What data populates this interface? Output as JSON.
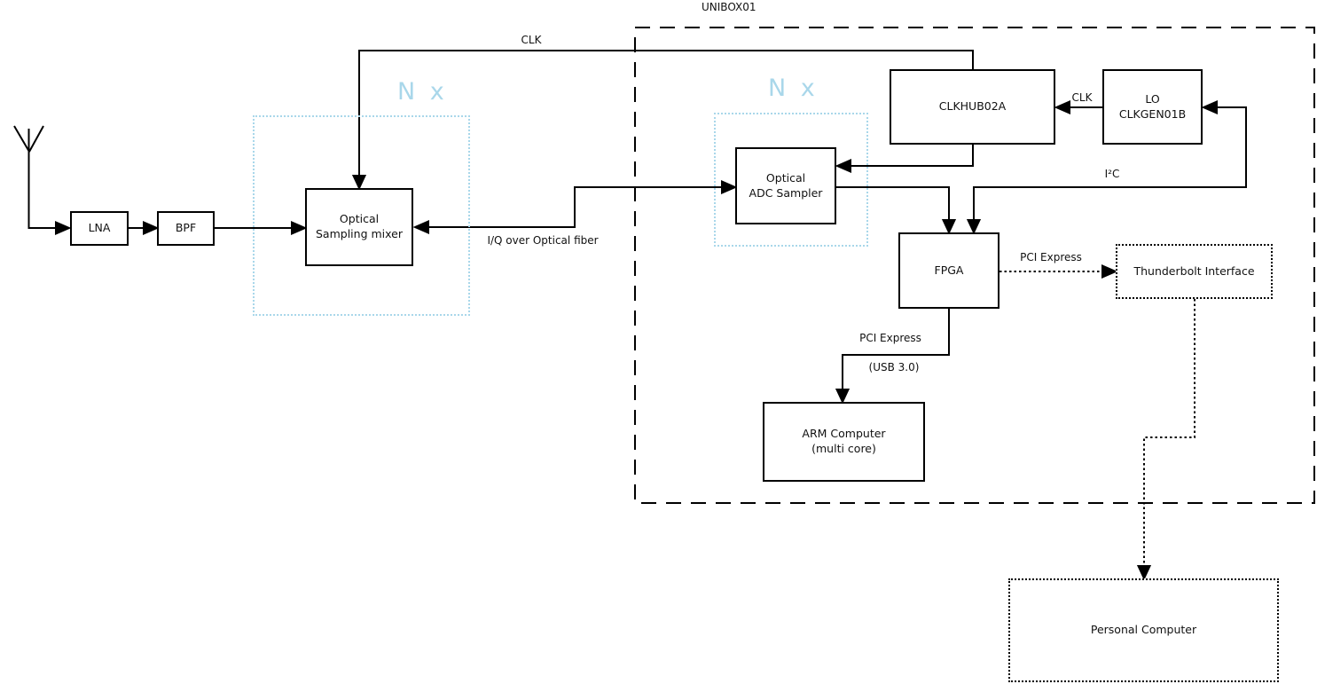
{
  "diagram": {
    "group_labels": {
      "unibox": "UNIBOX01",
      "nx_sampler": "N x",
      "nx_adc": "N x"
    },
    "nodes": {
      "lna": {
        "label": "LNA"
      },
      "bpf": {
        "label": "BPF"
      },
      "mixer": {
        "line1": "Optical",
        "line2": "Sampling mixer"
      },
      "adc": {
        "line1": "Optical",
        "line2": "ADC Sampler"
      },
      "clkhub": {
        "label": "CLKHUB02A"
      },
      "clkgen": {
        "line1": "LO",
        "line2": "CLKGEN01B"
      },
      "fpga": {
        "label": "FPGA"
      },
      "thunderbolt": {
        "label": "Thunderbolt Interface"
      },
      "arm": {
        "line1": "ARM Computer",
        "line2": "(multi core)"
      },
      "pc": {
        "label": "Personal Computer"
      }
    },
    "edge_labels": {
      "clk_main": "CLK",
      "clk_gen": "CLK",
      "i2c": "I²C",
      "iq_fiber": "I/Q over Optical fiber",
      "pcie_thunderbolt": "PCI Express",
      "pcie_arm": "PCI Express",
      "usb": "(USB 3.0)"
    },
    "colors": {
      "line": "#000000",
      "group_accent": "#a9d7ea"
    }
  }
}
